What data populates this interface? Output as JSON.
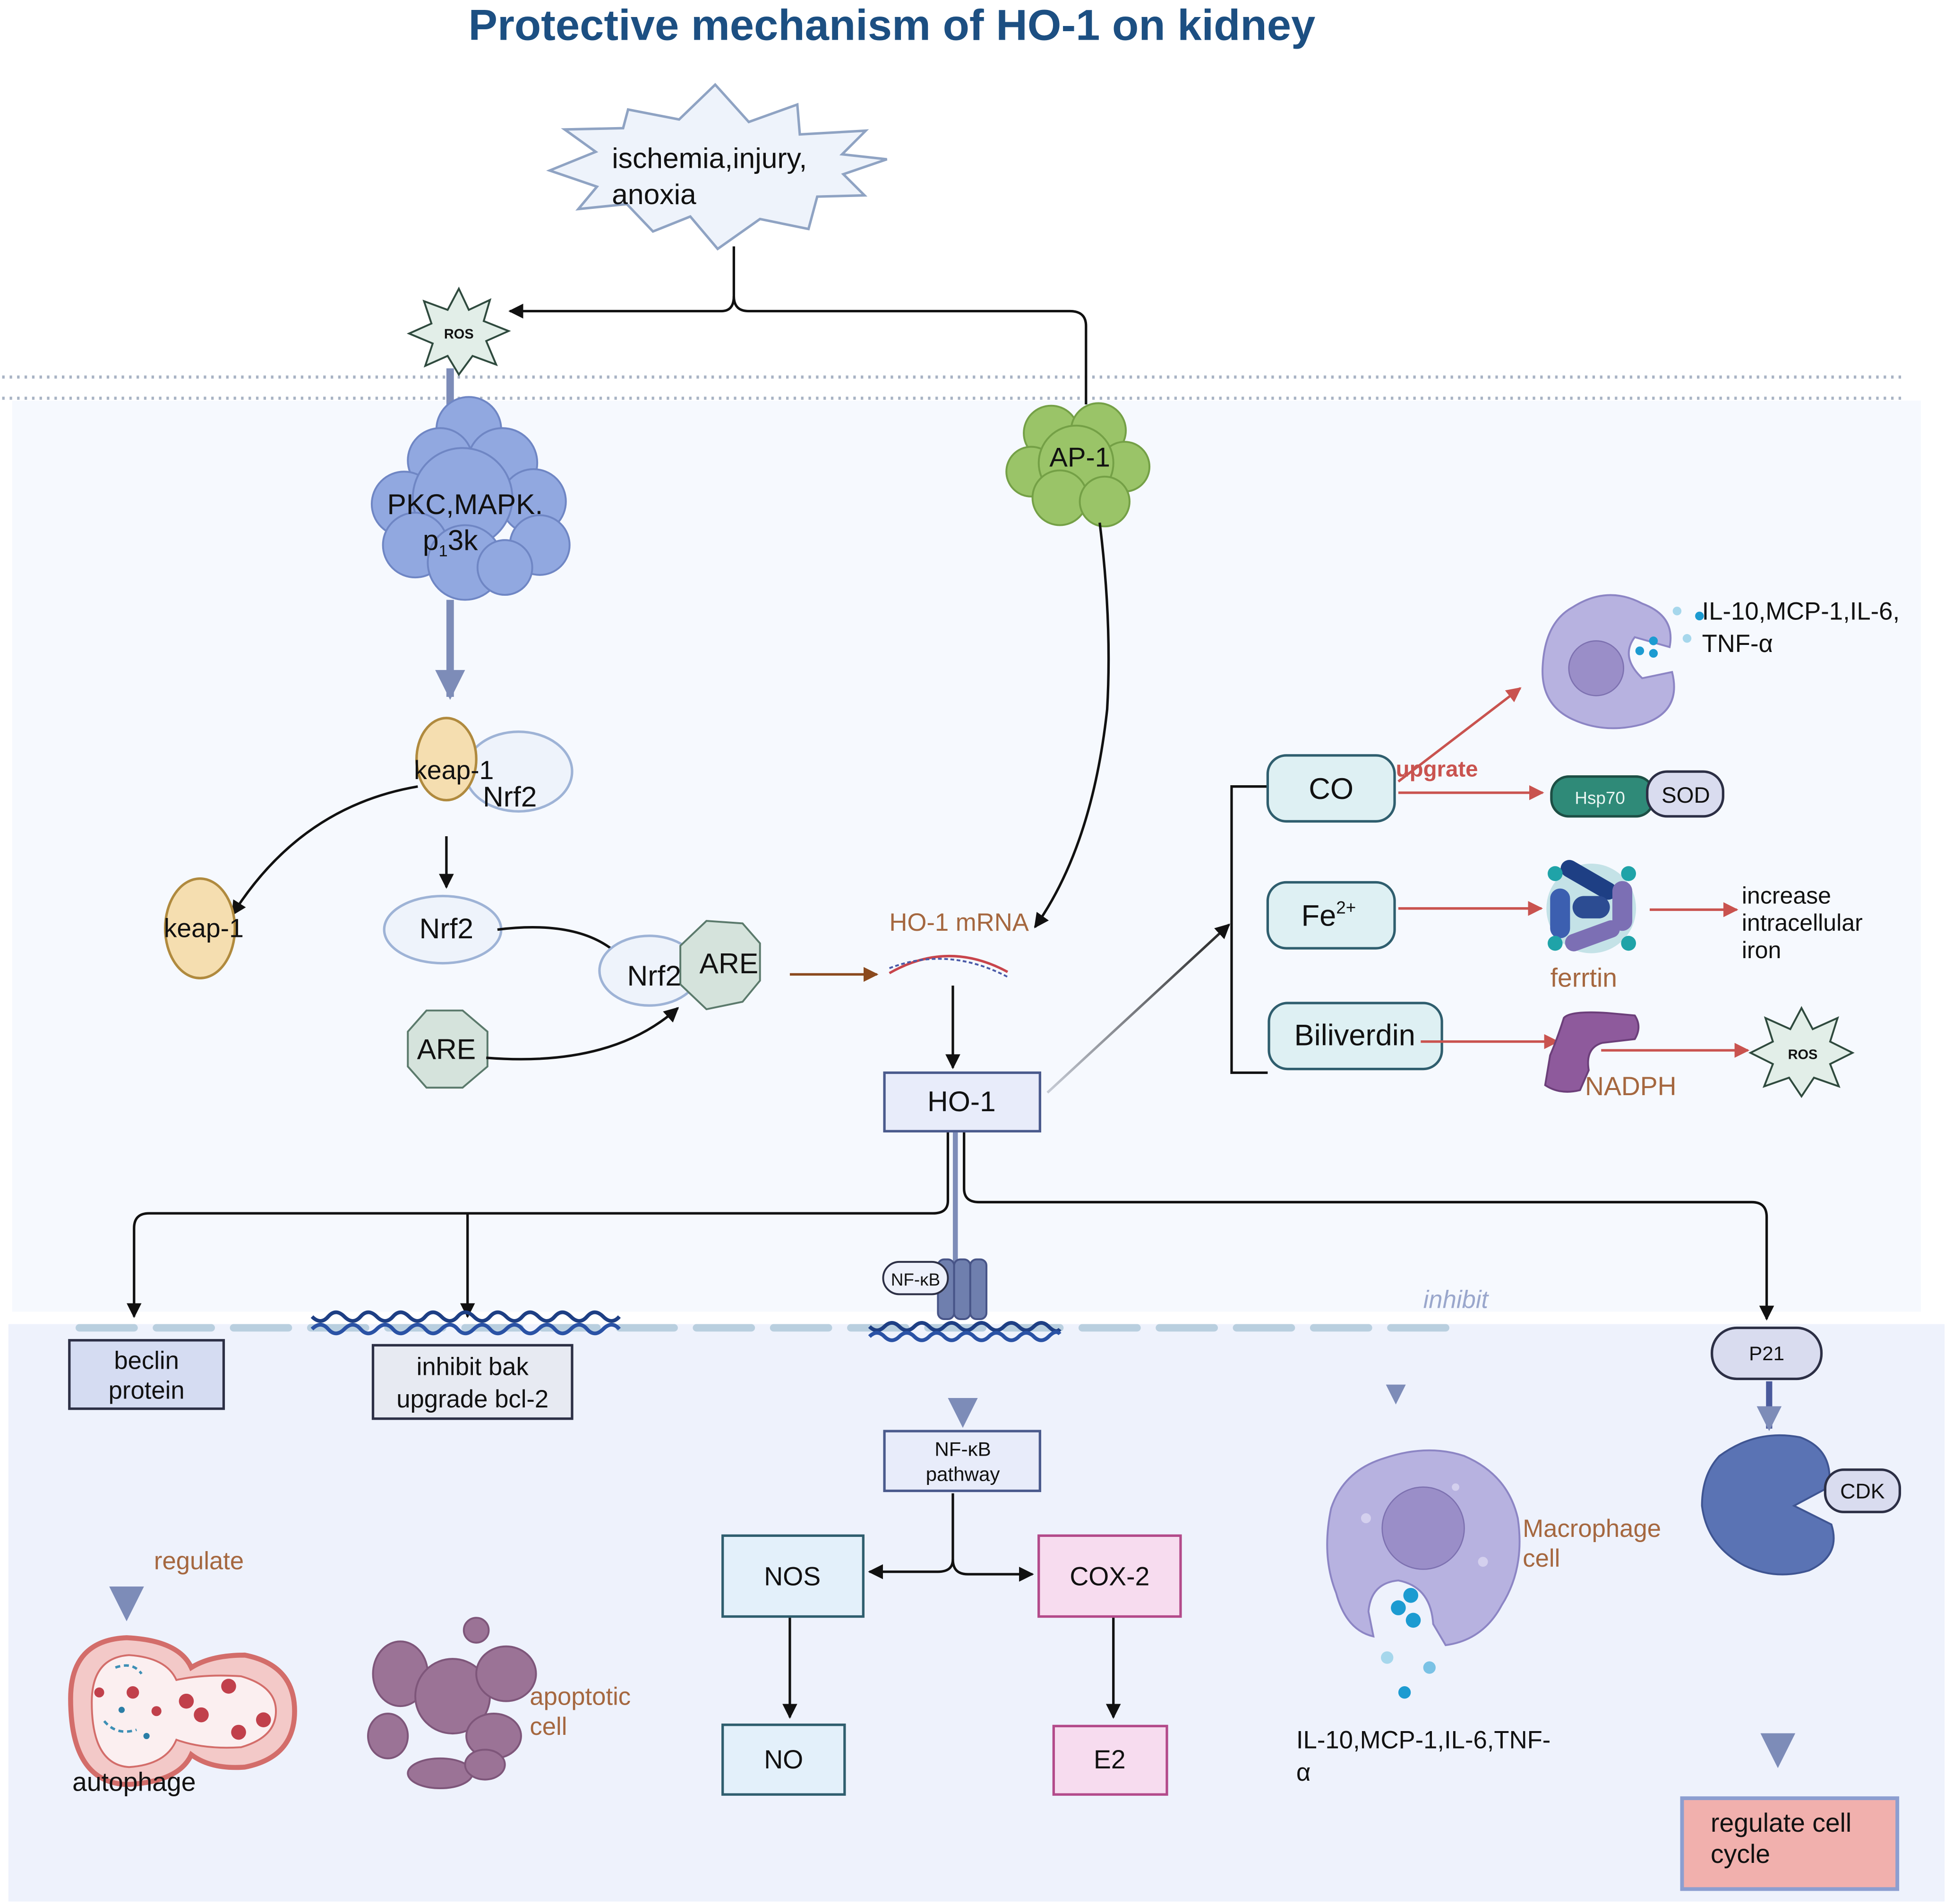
{
  "title": "Protective mechanism of HO-1 on kidney",
  "stimulus": {
    "line1": "ischemia,injury,",
    "line2": "anoxia"
  },
  "ros_top": "ROS",
  "ros_right": "ROS",
  "pkc": {
    "line1": "PKC,MAPK.",
    "line2": "p",
    "line2_sub": "1",
    "line2_tail": "3k"
  },
  "ap1": "AP-1",
  "keap_complex": {
    "keap": "keap-1",
    "nrf2": "Nrf2"
  },
  "keap_free": "keap-1",
  "nrf2_free": "Nrf2",
  "are_free": "ARE",
  "nrf2_are": {
    "nrf2": "Nrf2",
    "are": "ARE"
  },
  "ho1_mrna": "HO-1 mRNA",
  "ho1": "HO-1",
  "products": {
    "co": "CO",
    "fe": "Fe",
    "fe_sup": "2+",
    "biliverdin": "Biliverdin",
    "upgrate": "upgrate",
    "hsp70": "Hsp70",
    "sod": "SOD",
    "ferrtin": "ferrtin",
    "iron": [
      "increase",
      "intracellular",
      "iron"
    ],
    "nadph": "NADPH",
    "cytokines_top": [
      "IL-10,MCP-1,IL-6,",
      "TNF-α"
    ]
  },
  "downstream": {
    "beclin": [
      "beclin",
      "protein"
    ],
    "bak": [
      "inhibit bak",
      "upgrade bcl-2"
    ],
    "nfkb_receptor": "NF-κB",
    "nfkb_pathway": [
      "NF-κB",
      "pathway"
    ],
    "inhibit": "inhibit",
    "p21": "P21",
    "regulate": "regulate",
    "autophage": "autophage",
    "apoptotic": [
      "apoptotic",
      "cell"
    ],
    "nos": "NOS",
    "no": "NO",
    "cox2": "COX-2",
    "e2": "E2",
    "macrophage": [
      "Macrophage",
      "cell"
    ],
    "cytokines_bottom": [
      "IL-10,MCP-1,IL-6,TNF-",
      "α"
    ],
    "cdk": "CDK",
    "cell_cycle": [
      "regulate cell",
      "cycle"
    ]
  },
  "colors": {
    "title": "#1c4f82",
    "brown": "#a5673f",
    "cytoplasm": "#f6f9fe",
    "nucleus": "#eef2fc",
    "co_box": "#def0f3",
    "nos_box": "#e3f0fa",
    "cox_box": "#f7dcef",
    "cell_cycle_box": "#f1b0ad",
    "ho1_box": "#e8ecfa"
  }
}
